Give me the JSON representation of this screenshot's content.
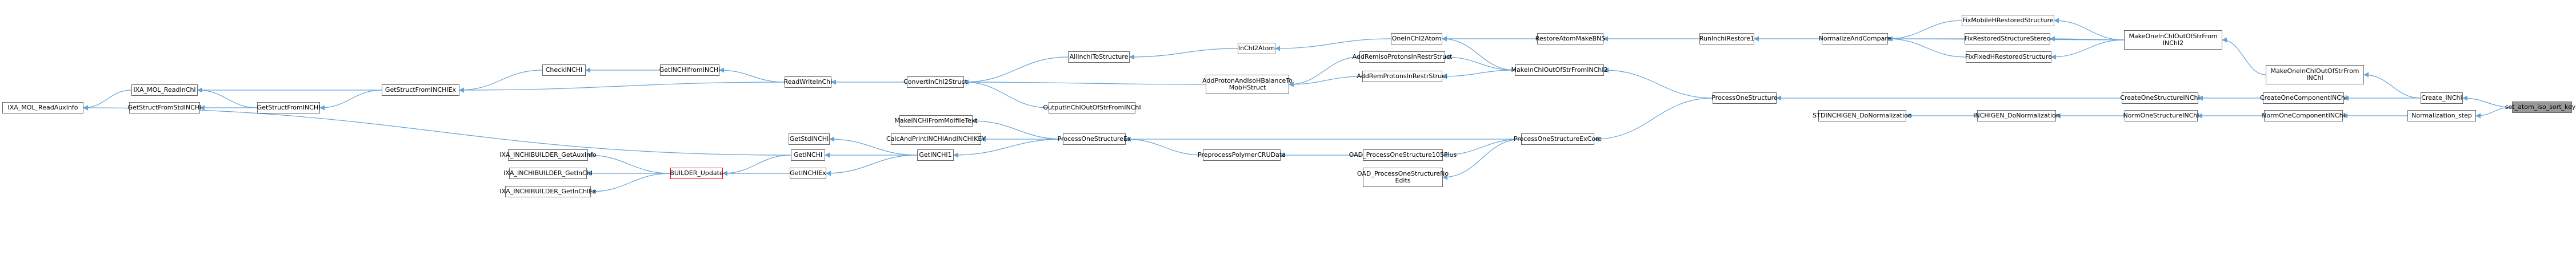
{
  "colors": {
    "edge": "#63a4d9",
    "node_border": "#666666",
    "root_fill": "#999999",
    "highlight_border": "#ff0000"
  },
  "nodes": {
    "set_atom_iso_sort_keys": "set_atom_iso_sort_keys",
    "create_inchi": "Create_INChI",
    "normalization_step": "Normalization_step",
    "make_one_inchi_out_of_str_from_inchi": "MakeOneInChIOutOfStrFrom INChI",
    "create_one_component_inchi": "CreateOneComponentINChI",
    "norm_one_component_inchi": "NormOneComponentINChI",
    "make_one_inchi_out_of_str_from_inchi2": "MakeOneInChIOutOfStrFrom INChI2",
    "create_one_structure_inchi": "CreateOneStructureINChI",
    "norm_one_structure_inchi": "NormOneStructureINChI",
    "fix_mobile_h_restored_structure": "FixMobileHRestoredStructure",
    "fix_restored_structure_stereo": "FixRestoredStructureStereo",
    "fix_fixed_h_restored_structure": "FixFixedHRestoredStructure",
    "process_one_structure": "ProcessOneStructure",
    "inchigen_do_normalization": "INCHIGEN_DoNormalization",
    "stdinchigen_do_normalization": "STDINCHIGEN_DoNormalization",
    "normalize_and_compare": "NormalizeAndCompare",
    "run_inchi_restore1": "RunInchiRestore1",
    "restore_atom_make_bns": "RestoreAtomMakeBNS",
    "make_inchi_out_of_str_from_inchi2": "MakeInChIOutOfStrFromINChI2",
    "one_inchi2atom": "OneInChI2Atom",
    "add_rem_iso_protons_in_restr_struct": "AddRemIsoProtonsInRestrStruct",
    "add_rem_protons_in_restr_struct": "AddRemProtonsInRestrStruct",
    "process_one_structure_ex_core": "ProcessOneStructureExCore",
    "oad_process_one_structure_105_plus": "OAD_ProcessOneStructure105Plus",
    "oad_process_one_structure_no_edits": "OAD_ProcessOneStructureNo Edits",
    "inchi2atom": "InChI2Atom",
    "all_inchi_to_structure": "AllInchiToStructure",
    "add_proton_and_iso_h_balance_to_mobile_h_struct": "AddProtonAndIsoHBalanceTo MobHStruct",
    "output_inchi_out_of_str_from_inchi": "OutputInChIOutOfStrFromINChI",
    "preprocess_polymer_cru_data": "PreprocessPolymerCRUData",
    "process_one_structure_ex": "ProcessOneStructureEx",
    "convert_inchi2_struct": "ConvertInChI2Struct",
    "make_inchi_from_molfile_text": "MakeINCHIFromMolfileText",
    "calc_and_print_inchi_and_inchikey": "CalcAndPrintINCHIAndINCHIKEY",
    "get_inchi1": "GetINCHI1",
    "read_write_inchi": "ReadWriteInChI",
    "get_std_inchi": "GetStdINCHI",
    "get_inchi": "GetINCHI",
    "get_inchi_ex": "GetINCHIEx",
    "get_inchi_from_inchi": "GetINCHIfromINCHI",
    "check_inchi": "CheckINCHI",
    "get_struct_from_inchi_ex": "GetStructFromINCHIEx",
    "builder_update": "BUILDER_Update",
    "ixa_inchibuilder_get_aux_info": "IXA_INCHIBUILDER_GetAuxInfo",
    "ixa_inchibuilder_get_inchi": "IXA_INCHIBUILDER_GetInChI",
    "ixa_inchibuilder_get_inchi_ex": "IXA_INCHIBUILDER_GetInChIEx",
    "get_struct_from_inchi": "GetStructFromINCHI",
    "get_struct_from_std_inchi": "GetStructFromStdINCHI",
    "ixa_mol_read_inchi": "IXA_MOL_ReadInChI",
    "ixa_mol_read_aux_info": "IXA_MOL_ReadAuxInfo"
  }
}
